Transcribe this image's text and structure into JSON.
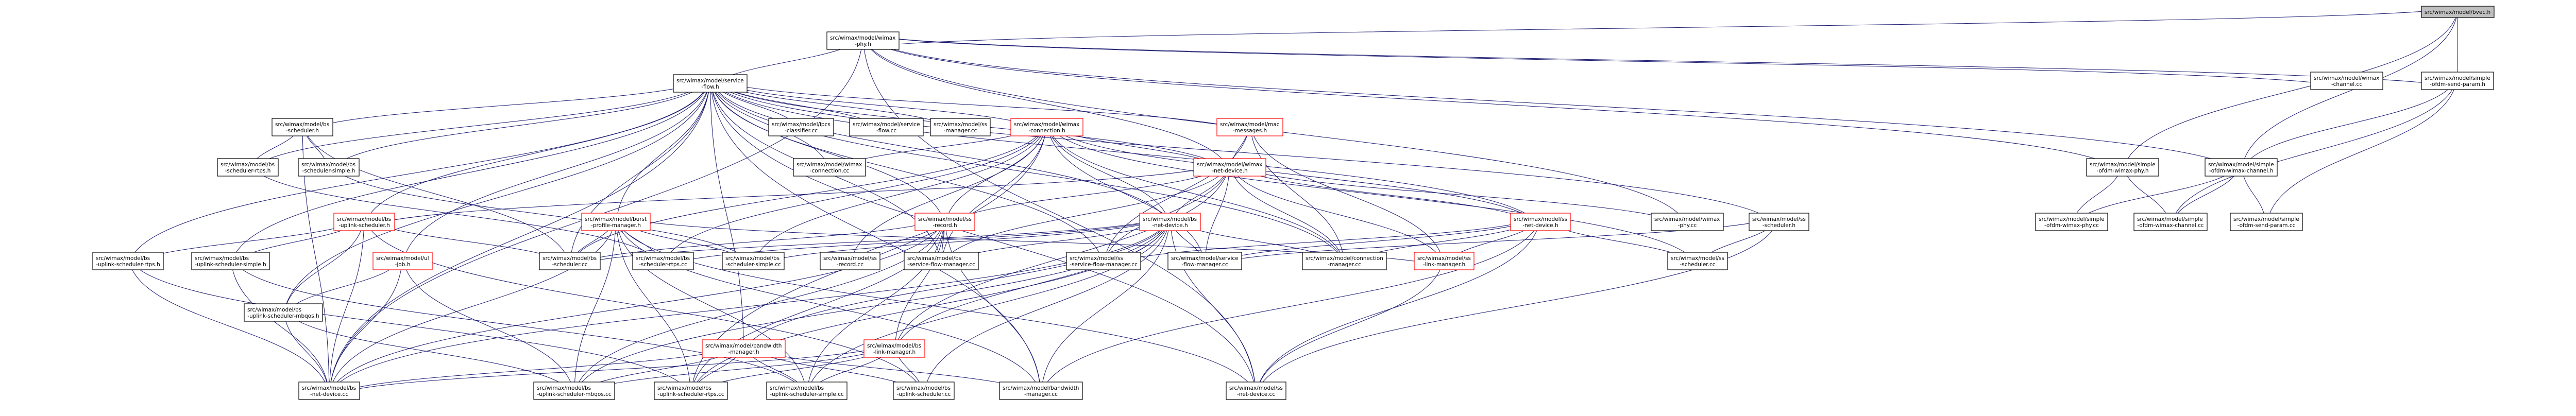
{
  "colors": {
    "edge": "#191970",
    "node_border": "#000000",
    "node_border_missing": "#ff0000",
    "node_fill": "#ffffff",
    "root_fill": "#bfbfbf",
    "text": "#000000"
  },
  "nodes": [
    {
      "id": "root",
      "lines": [
        "src/wimax/model/bvec.h"
      ],
      "root": true
    },
    {
      "id": "phy_h",
      "lines": [
        "src/wimax/model/wimax",
        "-phy.h"
      ]
    },
    {
      "id": "service_flow_h",
      "lines": [
        "src/wimax/model/service",
        "-flow.h"
      ]
    },
    {
      "id": "wimax_channel",
      "lines": [
        "src/wimax/model/wimax",
        "-channel.cc"
      ]
    },
    {
      "id": "simple_ofdm_send_param_h",
      "lines": [
        "src/wimax/model/simple",
        "-ofdm-send-param.h"
      ]
    },
    {
      "id": "bs_scheduler_h",
      "lines": [
        "src/wimax/model/bs",
        "-scheduler.h"
      ]
    },
    {
      "id": "ipcs_classifier",
      "lines": [
        "src/wimax/model/ipcs",
        "-classifier.cc"
      ]
    },
    {
      "id": "service_flow_cc",
      "lines": [
        "src/wimax/model/service",
        "-flow.cc"
      ]
    },
    {
      "id": "ss_manager_cc",
      "lines": [
        "src/wimax/model/ss",
        "-manager.cc"
      ]
    },
    {
      "id": "wimax_connection_h",
      "lines": [
        "src/wimax/model/wimax",
        "-connection.h"
      ],
      "missing": true
    },
    {
      "id": "mac_messages_h",
      "lines": [
        "src/wimax/model/mac",
        "-messages.h"
      ],
      "missing": true
    },
    {
      "id": "bs_scheduler_rtps_h",
      "lines": [
        "src/wimax/model/bs",
        "-scheduler-rtps.h"
      ]
    },
    {
      "id": "bs_scheduler_simple_h",
      "lines": [
        "src/wimax/model/bs",
        "-scheduler-simple.h"
      ]
    },
    {
      "id": "wimax_connection_cc",
      "lines": [
        "src/wimax/model/wimax",
        "-connection.cc"
      ]
    },
    {
      "id": "wimax_net_device_h",
      "lines": [
        "src/wimax/model/wimax",
        "-net-device.h"
      ],
      "missing": true
    },
    {
      "id": "simple_ofdm_wimax_phy_h",
      "lines": [
        "src/wimax/model/simple",
        "-ofdm-wimax-phy.h"
      ]
    },
    {
      "id": "simple_ofdm_wimax_channel_h",
      "lines": [
        "src/wimax/model/simple",
        "-ofdm-wimax-channel.h"
      ]
    },
    {
      "id": "bs_uplink_scheduler_h",
      "lines": [
        "src/wimax/model/bs",
        "-uplink-scheduler.h"
      ],
      "missing": true
    },
    {
      "id": "burst_profile_manager_h",
      "lines": [
        "src/wimax/model/burst",
        "-profile-manager.h"
      ],
      "missing": true
    },
    {
      "id": "ss_record_h",
      "lines": [
        "src/wimax/model/ss",
        "-record.h"
      ],
      "missing": true
    },
    {
      "id": "bs_net_device_h",
      "lines": [
        "src/wimax/model/bs",
        "-net-device.h"
      ],
      "missing": true
    },
    {
      "id": "ss_net_device_h",
      "lines": [
        "src/wimax/model/ss",
        "-net-device.h"
      ],
      "missing": true
    },
    {
      "id": "wimax_phy_cc",
      "lines": [
        "src/wimax/model/wimax",
        "-phy.cc"
      ]
    },
    {
      "id": "ss_scheduler_h",
      "lines": [
        "src/wimax/model/ss",
        "-scheduler.h"
      ]
    },
    {
      "id": "simple_ofdm_wimax_phy_cc",
      "lines": [
        "src/wimax/model/simple",
        "-ofdm-wimax-phy.cc"
      ]
    },
    {
      "id": "simple_ofdm_wimax_channel_cc",
      "lines": [
        "src/wimax/model/simple",
        "-ofdm-wimax-channel.cc"
      ]
    },
    {
      "id": "simple_ofdm_send_param_cc",
      "lines": [
        "src/wimax/model/simple",
        "-ofdm-send-param.cc"
      ]
    },
    {
      "id": "bs_uplink_scheduler_rtps_h",
      "lines": [
        "src/wimax/model/bs",
        "-uplink-scheduler-rtps.h"
      ]
    },
    {
      "id": "bs_uplink_scheduler_simple_h",
      "lines": [
        "src/wimax/model/bs",
        "-uplink-scheduler-simple.h"
      ]
    },
    {
      "id": "ul_job_h",
      "lines": [
        "src/wimax/model/ul",
        "-job.h"
      ],
      "missing": true
    },
    {
      "id": "bs_scheduler_cc",
      "lines": [
        "src/wimax/model/bs",
        "-scheduler.cc"
      ]
    },
    {
      "id": "bs_scheduler_rtps_cc",
      "lines": [
        "src/wimax/model/bs",
        "-scheduler-rtps.cc"
      ]
    },
    {
      "id": "bs_scheduler_simple_cc",
      "lines": [
        "src/wimax/model/bs",
        "-scheduler-simple.cc"
      ]
    },
    {
      "id": "ss_record_cc",
      "lines": [
        "src/wimax/model/ss",
        "-record.cc"
      ]
    },
    {
      "id": "bs_service_flow_manager_cc",
      "lines": [
        "src/wimax/model/bs",
        "-service-flow-manager.cc"
      ]
    },
    {
      "id": "ss_service_flow_manager_cc",
      "lines": [
        "src/wimax/model/ss",
        "-service-flow-manager.cc"
      ]
    },
    {
      "id": "service_flow_manager_cc",
      "lines": [
        "src/wimax/model/service",
        "-flow-manager.cc"
      ]
    },
    {
      "id": "connection_manager_cc",
      "lines": [
        "src/wimax/model/connection",
        "-manager.cc"
      ]
    },
    {
      "id": "ss_link_manager_h",
      "lines": [
        "src/wimax/model/ss",
        "-link-manager.h"
      ],
      "missing": true
    },
    {
      "id": "ss_scheduler_cc",
      "lines": [
        "src/wimax/model/ss",
        "-scheduler.cc"
      ]
    },
    {
      "id": "bs_uplink_scheduler_mbqos_h",
      "lines": [
        "src/wimax/model/bs",
        "-uplink-scheduler-mbqos.h"
      ]
    },
    {
      "id": "bandwidth_manager_h",
      "lines": [
        "src/wimax/model/bandwidth",
        "-manager.h"
      ],
      "missing": true
    },
    {
      "id": "bs_link_manager_h",
      "lines": [
        "src/wimax/model/bs",
        "-link-manager.h"
      ],
      "missing": true
    },
    {
      "id": "bs_net_device_cc",
      "lines": [
        "src/wimax/model/bs",
        "-net-device.cc"
      ]
    },
    {
      "id": "bs_uplink_scheduler_mbqos_cc",
      "lines": [
        "src/wimax/model/bs",
        "-uplink-scheduler-mbqos.cc"
      ]
    },
    {
      "id": "bs_uplink_scheduler_rtps_cc",
      "lines": [
        "src/wimax/model/bs",
        "-uplink-scheduler-rtps.cc"
      ]
    },
    {
      "id": "bs_uplink_scheduler_simple_cc",
      "lines": [
        "src/wimax/model/bs",
        "-uplink-scheduler-simple.cc"
      ]
    },
    {
      "id": "bs_uplink_scheduler_cc",
      "lines": [
        "src/wimax/model/bs",
        "-uplink-scheduler.cc"
      ]
    },
    {
      "id": "bandwidth_manager_cc",
      "lines": [
        "src/wimax/model/bandwidth",
        "-manager.cc"
      ]
    },
    {
      "id": "ss_net_device_cc",
      "lines": [
        "src/wimax/model/ss",
        "-net-device.cc"
      ]
    }
  ],
  "edges": [
    [
      "root",
      "phy_h"
    ],
    [
      "root",
      "simple_ofdm_send_param_h"
    ],
    [
      "root",
      "simple_ofdm_wimax_phy_h"
    ],
    [
      "root",
      "simple_ofdm_wimax_channel_h"
    ],
    [
      "phy_h",
      "service_flow_h"
    ],
    [
      "phy_h",
      "wimax_channel"
    ],
    [
      "phy_h",
      "simple_ofdm_send_param_h"
    ],
    [
      "phy_h",
      "wimax_net_device_h"
    ],
    [
      "phy_h",
      "simple_ofdm_wimax_phy_h"
    ],
    [
      "phy_h",
      "simple_ofdm_wimax_channel_h"
    ],
    [
      "phy_h",
      "wimax_phy_cc"
    ],
    [
      "phy_h",
      "bs_net_device_cc"
    ],
    [
      "phy_h",
      "ss_net_device_cc"
    ],
    [
      "simple_ofdm_send_param_h",
      "simple_ofdm_wimax_channel_h"
    ],
    [
      "simple_ofdm_send_param_h",
      "simple_ofdm_send_param_cc"
    ],
    [
      "simple_ofdm_send_param_h",
      "simple_ofdm_wimax_channel_cc"
    ],
    [
      "service_flow_h",
      "bs_scheduler_h"
    ],
    [
      "service_flow_h",
      "ipcs_classifier"
    ],
    [
      "service_flow_h",
      "service_flow_cc"
    ],
    [
      "service_flow_h",
      "ss_manager_cc"
    ],
    [
      "service_flow_h",
      "wimax_connection_h"
    ],
    [
      "service_flow_h",
      "mac_messages_h"
    ],
    [
      "service_flow_h",
      "bs_scheduler_rtps_h"
    ],
    [
      "service_flow_h",
      "bs_scheduler_simple_h"
    ],
    [
      "service_flow_h",
      "wimax_connection_cc"
    ],
    [
      "service_flow_h",
      "wimax_net_device_h"
    ],
    [
      "service_flow_h",
      "bs_uplink_scheduler_h"
    ],
    [
      "service_flow_h",
      "burst_profile_manager_h"
    ],
    [
      "service_flow_h",
      "ss_record_h"
    ],
    [
      "service_flow_h",
      "bs_net_device_h"
    ],
    [
      "service_flow_h",
      "ss_net_device_h"
    ],
    [
      "service_flow_h",
      "ss_scheduler_h"
    ],
    [
      "service_flow_h",
      "bs_uplink_scheduler_rtps_h"
    ],
    [
      "service_flow_h",
      "bs_uplink_scheduler_simple_h"
    ],
    [
      "service_flow_h",
      "ul_job_h"
    ],
    [
      "service_flow_h",
      "bs_scheduler_cc"
    ],
    [
      "service_flow_h",
      "bs_service_flow_manager_cc"
    ],
    [
      "service_flow_h",
      "ss_service_flow_manager_cc"
    ],
    [
      "service_flow_h",
      "connection_manager_cc"
    ],
    [
      "service_flow_h",
      "bs_uplink_scheduler_mbqos_h"
    ],
    [
      "service_flow_h",
      "bandwidth_manager_h"
    ],
    [
      "service_flow_h",
      "bs_net_device_cc"
    ],
    [
      "service_flow_h",
      "ss_net_device_cc"
    ],
    [
      "service_flow_h",
      "bandwidth_manager_cc"
    ],
    [
      "bs_scheduler_h",
      "bs_scheduler_rtps_h"
    ],
    [
      "bs_scheduler_h",
      "bs_scheduler_simple_h"
    ],
    [
      "bs_scheduler_h",
      "bs_scheduler_cc"
    ],
    [
      "bs_scheduler_h",
      "bs_net_device_cc"
    ],
    [
      "bs_scheduler_rtps_h",
      "bs_scheduler_rtps_cc"
    ],
    [
      "bs_scheduler_simple_h",
      "bs_scheduler_simple_cc"
    ],
    [
      "wimax_connection_h",
      "wimax_connection_cc"
    ],
    [
      "wimax_connection_h",
      "wimax_net_device_h"
    ],
    [
      "wimax_connection_h",
      "ss_record_h"
    ],
    [
      "wimax_connection_h",
      "bs_net_device_h"
    ],
    [
      "wimax_connection_h",
      "ss_net_device_h"
    ],
    [
      "wimax_connection_h",
      "bs_scheduler_cc"
    ],
    [
      "wimax_connection_h",
      "bs_scheduler_rtps_cc"
    ],
    [
      "wimax_connection_h",
      "bs_scheduler_simple_cc"
    ],
    [
      "wimax_connection_h",
      "ss_record_cc"
    ],
    [
      "wimax_connection_h",
      "bs_service_flow_manager_cc"
    ],
    [
      "wimax_connection_h",
      "service_flow_manager_cc"
    ],
    [
      "wimax_connection_h",
      "connection_manager_cc"
    ],
    [
      "wimax_connection_h",
      "bs_uplink_scheduler_rtps_cc"
    ],
    [
      "wimax_connection_h",
      "ss_scheduler_cc"
    ],
    [
      "mac_messages_h",
      "wimax_net_device_h"
    ],
    [
      "mac_messages_h",
      "connection_manager_cc"
    ],
    [
      "mac_messages_h",
      "ss_link_manager_h"
    ],
    [
      "mac_messages_h",
      "ss_service_flow_manager_cc"
    ],
    [
      "wimax_net_device_h",
      "bs_net_device_h"
    ],
    [
      "wimax_net_device_h",
      "ss_net_device_h"
    ],
    [
      "wimax_net_device_h",
      "wimax_phy_cc"
    ],
    [
      "wimax_net_device_h",
      "ss_record_h"
    ],
    [
      "wimax_net_device_h",
      "bs_uplink_scheduler_h"
    ],
    [
      "wimax_net_device_h",
      "service_flow_manager_cc"
    ],
    [
      "wimax_net_device_h",
      "bs_service_flow_manager_cc"
    ],
    [
      "wimax_net_device_h",
      "ss_service_flow_manager_cc"
    ],
    [
      "wimax_net_device_h",
      "connection_manager_cc"
    ],
    [
      "wimax_net_device_h",
      "ss_link_manager_h"
    ],
    [
      "wimax_net_device_h",
      "bs_link_manager_h"
    ],
    [
      "simple_ofdm_wimax_phy_h",
      "simple_ofdm_wimax_phy_cc"
    ],
    [
      "simple_ofdm_wimax_phy_h",
      "simple_ofdm_wimax_channel_cc"
    ],
    [
      "simple_ofdm_wimax_channel_h",
      "simple_ofdm_wimax_channel_cc"
    ],
    [
      "simple_ofdm_wimax_channel_h",
      "simple_ofdm_wimax_phy_cc"
    ],
    [
      "simple_ofdm_wimax_channel_h",
      "simple_ofdm_send_param_cc"
    ],
    [
      "bs_uplink_scheduler_h",
      "bs_uplink_scheduler_rtps_h"
    ],
    [
      "bs_uplink_scheduler_h",
      "bs_uplink_scheduler_simple_h"
    ],
    [
      "bs_uplink_scheduler_h",
      "bs_uplink_scheduler_mbqos_h"
    ],
    [
      "bs_uplink_scheduler_h",
      "bs_net_device_cc"
    ],
    [
      "bs_uplink_scheduler_h",
      "bs_uplink_scheduler_cc"
    ],
    [
      "bs_uplink_scheduler_h",
      "bs_scheduler_cc"
    ],
    [
      "burst_profile_manager_h",
      "bs_scheduler_cc"
    ],
    [
      "burst_profile_manager_h",
      "bs_scheduler_rtps_cc"
    ],
    [
      "burst_profile_manager_h",
      "bs_scheduler_simple_cc"
    ],
    [
      "burst_profile_manager_h",
      "bs_net_device_cc"
    ],
    [
      "burst_profile_manager_h",
      "ss_net_device_cc"
    ],
    [
      "burst_profile_manager_h",
      "bs_uplink_scheduler_mbqos_cc"
    ],
    [
      "burst_profile_manager_h",
      "bs_uplink_scheduler_rtps_cc"
    ],
    [
      "burst_profile_manager_h",
      "bs_uplink_scheduler_simple_cc"
    ],
    [
      "burst_profile_manager_h",
      "bandwidth_manager_cc"
    ],
    [
      "burst_profile_manager_h",
      "ss_link_manager_h"
    ],
    [
      "ss_record_h",
      "bs_scheduler_cc"
    ],
    [
      "ss_record_h",
      "ss_record_cc"
    ],
    [
      "ss_record_h",
      "bs_service_flow_manager_cc"
    ],
    [
      "ss_record_h",
      "bs_link_manager_h"
    ],
    [
      "ss_record_h",
      "bs_net_device_cc"
    ],
    [
      "ss_record_h",
      "bs_uplink_scheduler_mbqos_cc"
    ],
    [
      "ss_record_h",
      "bs_uplink_scheduler_rtps_cc"
    ],
    [
      "ss_record_h",
      "bs_uplink_scheduler_simple_cc"
    ],
    [
      "ss_record_h",
      "bandwidth_manager_cc"
    ],
    [
      "bs_net_device_h",
      "bs_scheduler_cc"
    ],
    [
      "bs_net_device_h",
      "bs_scheduler_rtps_cc"
    ],
    [
      "bs_net_device_h",
      "bs_scheduler_simple_cc"
    ],
    [
      "bs_net_device_h",
      "bs_service_flow_manager_cc"
    ],
    [
      "bs_net_device_h",
      "service_flow_manager_cc"
    ],
    [
      "bs_net_device_h",
      "connection_manager_cc"
    ],
    [
      "bs_net_device_h",
      "bs_link_manager_h"
    ],
    [
      "bs_net_device_h",
      "bandwidth_manager_h"
    ],
    [
      "bs_net_device_h",
      "bs_net_device_cc"
    ],
    [
      "bs_net_device_h",
      "bs_uplink_scheduler_mbqos_cc"
    ],
    [
      "bs_net_device_h",
      "bs_uplink_scheduler_rtps_cc"
    ],
    [
      "bs_net_device_h",
      "bs_uplink_scheduler_simple_cc"
    ],
    [
      "bs_net_device_h",
      "bs_uplink_scheduler_cc"
    ],
    [
      "bs_net_device_h",
      "bandwidth_manager_cc"
    ],
    [
      "bs_net_device_h",
      "ss_net_device_cc"
    ],
    [
      "ss_net_device_h",
      "ss_link_manager_h"
    ],
    [
      "ss_net_device_h",
      "ss_scheduler_cc"
    ],
    [
      "ss_net_device_h",
      "ss_service_flow_manager_cc"
    ],
    [
      "ss_net_device_h",
      "connection_manager_cc"
    ],
    [
      "ss_net_device_h",
      "service_flow_manager_cc"
    ],
    [
      "ss_net_device_h",
      "ss_net_device_cc"
    ],
    [
      "ss_net_device_h",
      "bandwidth_manager_cc"
    ],
    [
      "ss_scheduler_h",
      "ss_scheduler_cc"
    ],
    [
      "ss_scheduler_h",
      "ss_net_device_cc"
    ],
    [
      "ss_scheduler_h",
      "service_flow_manager_cc"
    ],
    [
      "bs_uplink_scheduler_rtps_h",
      "bs_uplink_scheduler_rtps_cc"
    ],
    [
      "bs_uplink_scheduler_rtps_h",
      "bs_net_device_cc"
    ],
    [
      "bs_uplink_scheduler_simple_h",
      "bs_uplink_scheduler_simple_cc"
    ],
    [
      "bs_uplink_scheduler_simple_h",
      "bs_net_device_cc"
    ],
    [
      "ul_job_h",
      "bs_uplink_scheduler_mbqos_h"
    ],
    [
      "ul_job_h",
      "bs_uplink_scheduler_mbqos_cc"
    ],
    [
      "ul_job_h",
      "bs_net_device_cc"
    ],
    [
      "bs_uplink_scheduler_mbqos_h",
      "bs_uplink_scheduler_mbqos_cc"
    ],
    [
      "bs_uplink_scheduler_mbqos_h",
      "bs_net_device_cc"
    ],
    [
      "ss_link_manager_h",
      "ss_net_device_cc"
    ],
    [
      "bandwidth_manager_h",
      "bs_net_device_cc"
    ],
    [
      "bandwidth_manager_h",
      "bs_uplink_scheduler_mbqos_cc"
    ],
    [
      "bandwidth_manager_h",
      "bs_uplink_scheduler_rtps_cc"
    ],
    [
      "bandwidth_manager_h",
      "bs_uplink_scheduler_simple_cc"
    ],
    [
      "bandwidth_manager_h",
      "bs_uplink_scheduler_cc"
    ],
    [
      "bandwidth_manager_h",
      "bandwidth_manager_cc"
    ],
    [
      "bs_link_manager_h",
      "bs_net_device_cc"
    ],
    [
      "bs_link_manager_h",
      "bs_uplink_scheduler_cc"
    ],
    [
      "bs_link_manager_h",
      "bs_uplink_scheduler_mbqos_cc"
    ],
    [
      "bs_link_manager_h",
      "bs_uplink_scheduler_rtps_cc"
    ],
    [
      "bs_link_manager_h",
      "bs_uplink_scheduler_simple_cc"
    ]
  ]
}
